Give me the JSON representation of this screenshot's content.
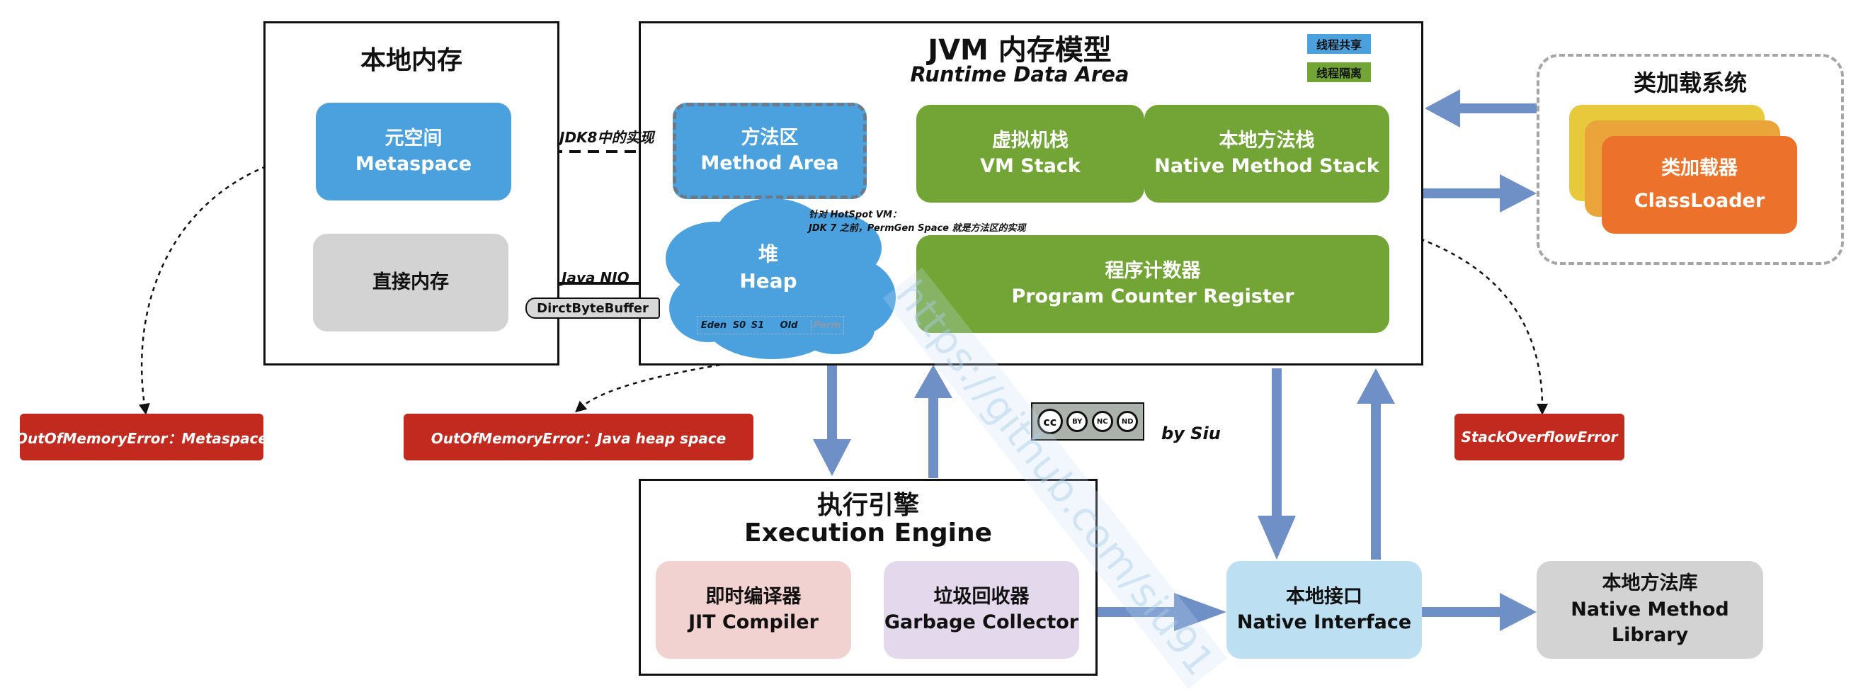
{
  "native_memory": {
    "title": "本地内存",
    "metaspace_cn": "元空间",
    "metaspace_en": "Metaspace",
    "direct_memory": "直接内存"
  },
  "jvm": {
    "title": "JVM 内存模型",
    "subtitle": "Runtime Data Area",
    "legend": [
      {
        "label": "线程共享",
        "color": "#4ba1de"
      },
      {
        "label": "线程隔离",
        "color": "#72a536"
      }
    ],
    "method_area_cn": "方法区",
    "method_area_en": "Method Area",
    "heap_cn": "堆",
    "heap_en": "Heap",
    "heap_segments": [
      "Eden",
      "S0",
      "S1",
      "Old",
      "Perm"
    ],
    "vm_stack_cn": "虚拟机栈",
    "vm_stack_en": "VM Stack",
    "native_stack_cn": "本地方法栈",
    "native_stack_en": "Native Method Stack",
    "pc_cn": "程序计数器",
    "pc_en": "Program Counter Register"
  },
  "annotations": {
    "jdk8": "JDK8中的实现",
    "hotspot_line1": "针对 HotSpot VM：",
    "hotspot_line2": "JDK 7 之前，PermGen Space 就是方法区的实现",
    "java_nio": "Java NIO",
    "direct_byte_buffer": "DirctByteBuffer",
    "by_siu": "by Siu",
    "watermark": "https://github.com/siu91"
  },
  "class_loader": {
    "title": "类加载系统",
    "label_cn": "类加载器",
    "label_en": "ClassLoader",
    "colors": [
      "#e8c93c",
      "#eba43a",
      "#ec722b"
    ]
  },
  "execution_engine": {
    "title_cn": "执行引擎",
    "title_en": "Execution Engine",
    "jit_cn": "即时编译器",
    "jit_en": "JIT Compiler",
    "gc_cn": "垃圾回收器",
    "gc_en": "Garbage Collector"
  },
  "native_interface": {
    "cn": "本地接口",
    "en": "Native Interface"
  },
  "native_library": {
    "cn": "本地方法库",
    "en": "Native Method Library"
  },
  "errors": {
    "metaspace": "OutOfMemoryError：Metaspace",
    "heap": "OutOfMemoryError：Java heap space",
    "stack": "StackOverflowError"
  },
  "license": {
    "icons": [
      "cc",
      "BY",
      "NC",
      "ND"
    ]
  },
  "colors": {
    "arrow": "#6f8fc7",
    "error": "#c2291f",
    "green": "#72a536",
    "blue": "#4ba1de"
  }
}
